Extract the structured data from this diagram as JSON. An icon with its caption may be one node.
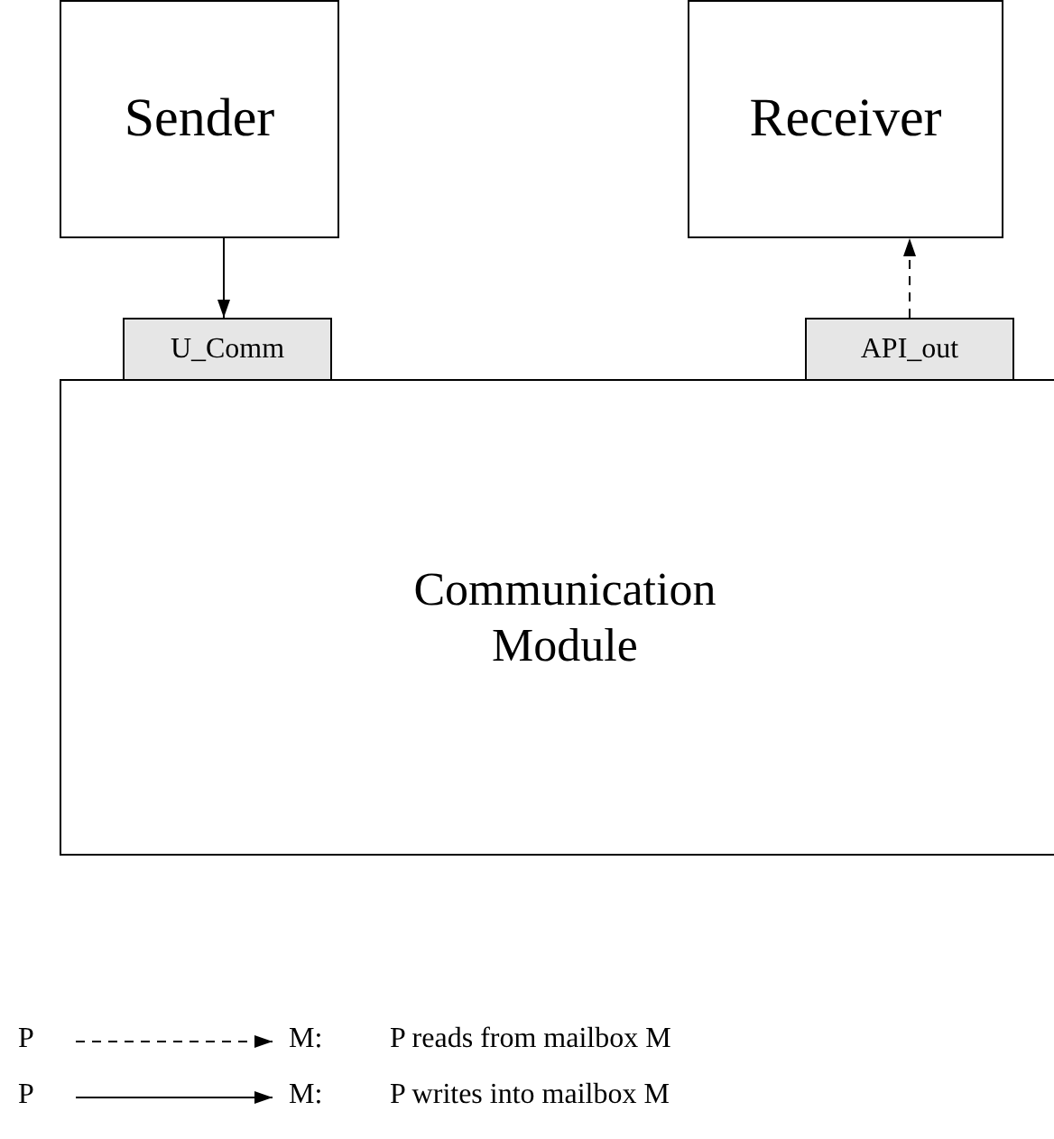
{
  "diagram": {
    "nodes": [
      {
        "text": [
          "Sender"
        ]
      },
      {
        "text": [
          "Receiver"
        ]
      },
      {
        "text": [
          "Communication Module"
        ]
      },
      {
        "text": [
          "U_Comm"
        ]
      },
      {
        "text": [
          "API_out"
        ]
      }
    ],
    "edges": [
      {
        "from": 0,
        "to": 3,
        "arrow": "to"
      },
      {
        "from": 4,
        "to": 1,
        "arrow": "to",
        "style": "dashed"
      }
    ],
    "labels": [
      "P",
      "M:",
      "P",
      "M:"
    ],
    "legend": [
      {
        "text": "P reads from mailbox M"
      },
      {
        "text": "P writes into mailbox M"
      }
    ]
  }
}
